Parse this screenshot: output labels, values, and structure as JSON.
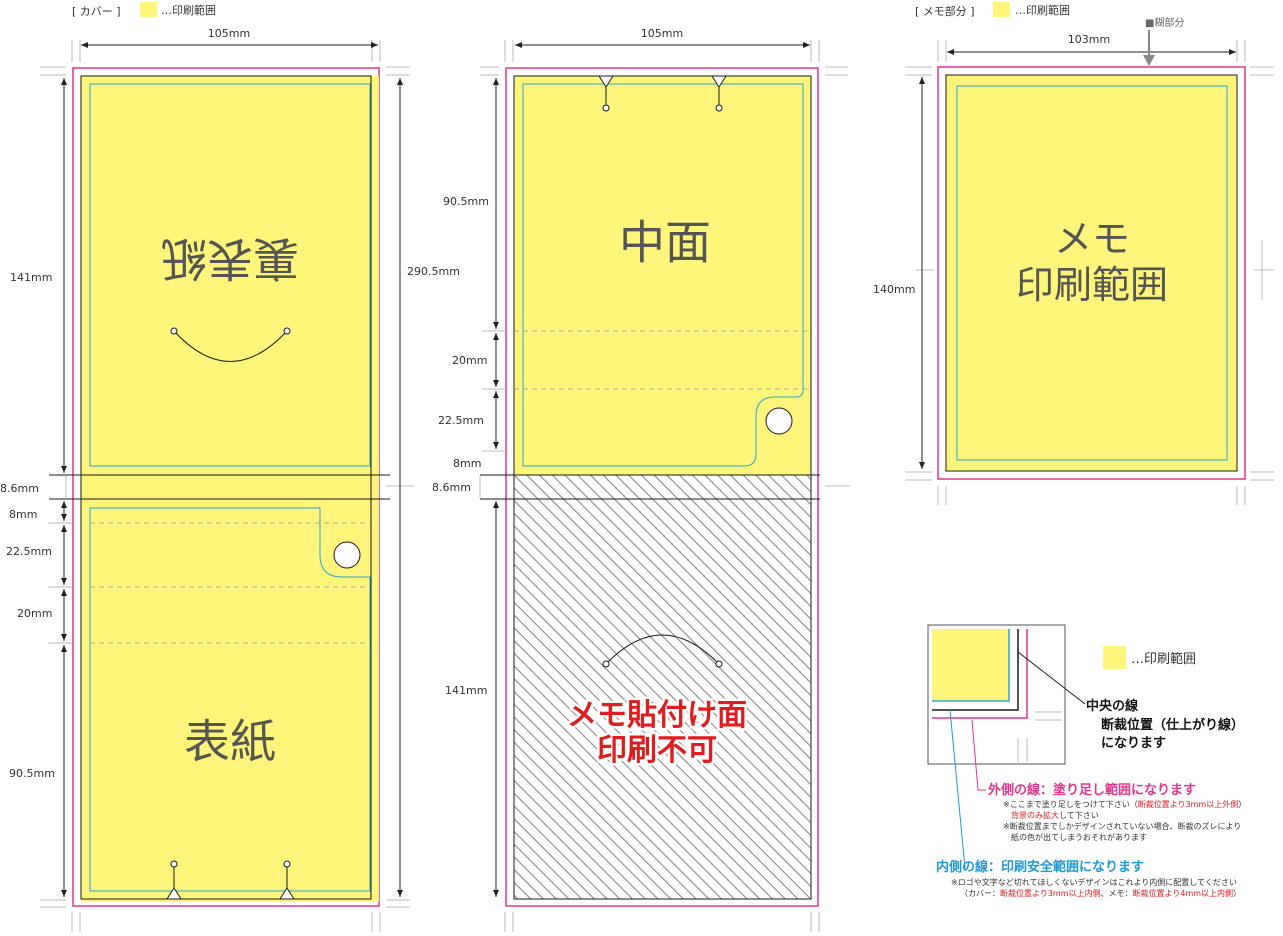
{
  "headers": {
    "cover_section": "[ カバー ]",
    "memo_section": "[ メモ部分 ]",
    "legend_print_area": "…印刷範囲",
    "glue_label": "■糊部分"
  },
  "colors": {
    "print_area": "#fff57a",
    "bleed_line": "#e4358d",
    "safe_line": "#2aa6d8",
    "trim_line": "#1a1a1a",
    "no_print_text": "#e01c1c",
    "legend_blue": "#1b9ad6",
    "legend_pink": "#e4358d"
  },
  "cover": {
    "width_dim": "105mm",
    "total_height_dim": "290.5mm",
    "top_height_dim": "141mm",
    "spine_dim": "8.6mm",
    "dim_8": "8mm",
    "dim_22_5": "22.5mm",
    "dim_20": "20mm",
    "dim_90_5": "90.5mm",
    "back_label": "裏表紙",
    "front_label": "表紙"
  },
  "middle": {
    "width_dim": "105mm",
    "dim_90_5": "90.5mm",
    "dim_20": "20mm",
    "dim_22_5": "22.5mm",
    "dim_8": "8mm",
    "spine_dim": "8.6mm",
    "dim_141": "141mm",
    "inner_label": "中面",
    "no_print_line1": "メモ貼付け面",
    "no_print_line2": "印刷不可"
  },
  "memo": {
    "width_dim": "103mm",
    "height_dim": "140mm",
    "label_line1": "メモ",
    "label_line2": "印刷範囲"
  },
  "legend": {
    "print_area": "…印刷範囲",
    "center_line_title": "中央の線",
    "center_line_desc1": "断裁位置（仕上がり線）",
    "center_line_desc2": "になります",
    "outer_title": "外側の線：塗り足し範囲になります",
    "outer_note1a": "※ここまで塗り足しをつけて下さい（",
    "outer_note1b": "断裁位置より3mm以上外側",
    "outer_note1c": "）",
    "outer_note2a": "背景のみ拡大",
    "outer_note2b": "して下さい",
    "outer_note3": "※断裁位置までしかデザインされていない場合、断裁のズレにより",
    "outer_note4": "紙の色が出てしまうおそれがあります",
    "inner_title": "内側の線：印刷安全範囲になります",
    "inner_note1": "※ロゴや文字など切れてほしくないデザインはこれより内側に配置してください",
    "inner_note2a": "（カバー：",
    "inner_note2b": "断裁位置より3mm以上内側",
    "inner_note2c": "、メモ：",
    "inner_note2d": "断裁位置より4mm以上内側",
    "inner_note2e": "）"
  }
}
